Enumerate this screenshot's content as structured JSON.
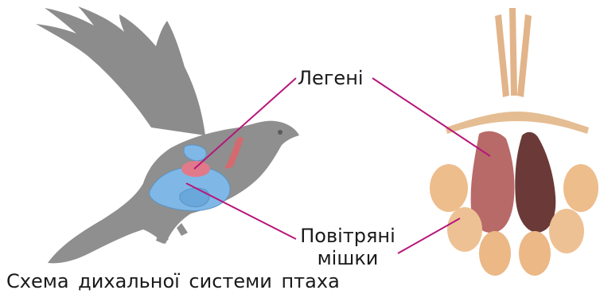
{
  "labels": {
    "lungs": "Легені",
    "air_sacs_line1": "Повітряні",
    "air_sacs_line2": "мішки"
  },
  "caption": "Схема дихальної системи птаха",
  "colors": {
    "bird_silhouette": "#8a8a8a",
    "lungs": "#c96f78",
    "air_sacs_blue": "#7fb8e6",
    "air_sacs_beige": "#e9b98a",
    "leader_line": "#b5177a"
  }
}
